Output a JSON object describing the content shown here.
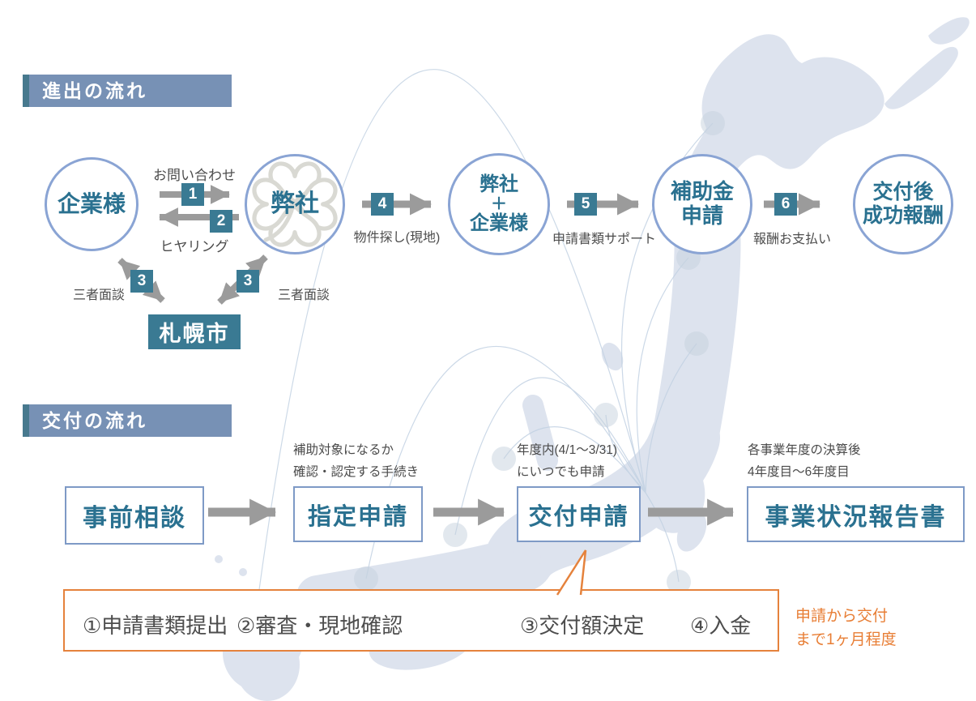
{
  "palette": {
    "teal_accent": "#3a7a93",
    "header_blue": "#7791b5",
    "header_accent": "#47798e",
    "circle_border": "#8aa4d4",
    "text_teal": "#2a7190",
    "arrow_gray": "#9b9b9b",
    "box_border_blue": "#7e9ac6",
    "orange": "#e5823c",
    "orange_text": "#e87e35",
    "text_dark": "#4d4d4d",
    "map_fill": "#dde3ee"
  },
  "sections": {
    "expansion": {
      "header": "進出の流れ",
      "nodes": [
        {
          "lines": [
            "企業様"
          ]
        },
        {
          "lines": [
            "弊社"
          ]
        },
        {
          "lines": [
            "弊社",
            "＋",
            "企業様"
          ]
        },
        {
          "lines": [
            "補助金",
            "申請"
          ]
        },
        {
          "lines": [
            "交付後",
            "成功報酬"
          ]
        }
      ],
      "links": [
        {
          "num": "1",
          "label": "お問い合わせ"
        },
        {
          "num": "2",
          "label": "ヒヤリング"
        },
        {
          "num": "3",
          "label": "三者面談"
        },
        {
          "num": "3",
          "label": "三者面談"
        },
        {
          "num": "4",
          "label": "物件探し(現地)"
        },
        {
          "num": "5",
          "label": "申請書類サポート"
        },
        {
          "num": "6",
          "label": "報酬お支払い"
        }
      ],
      "city_box": "札幌市"
    },
    "grant": {
      "header": "交付の流れ",
      "steps": [
        {
          "label": "事前相談"
        },
        {
          "label": "指定申請",
          "note": [
            "補助対象になるか",
            "確認・認定する手続き"
          ]
        },
        {
          "label": "交付申請",
          "note": [
            "年度内(4/1〜3/31)",
            "にいつでも申請"
          ]
        },
        {
          "label": "事業状況報告書",
          "note": [
            "各事業年度の決算後",
            "4年度目〜6年度目"
          ]
        }
      ],
      "callout": {
        "items": [
          "①申請書類提出",
          "②審査・現地確認",
          "③交付額決定",
          "④入金"
        ],
        "duration_note": [
          "申請から交付",
          "まで1ヶ月程度"
        ]
      }
    }
  }
}
